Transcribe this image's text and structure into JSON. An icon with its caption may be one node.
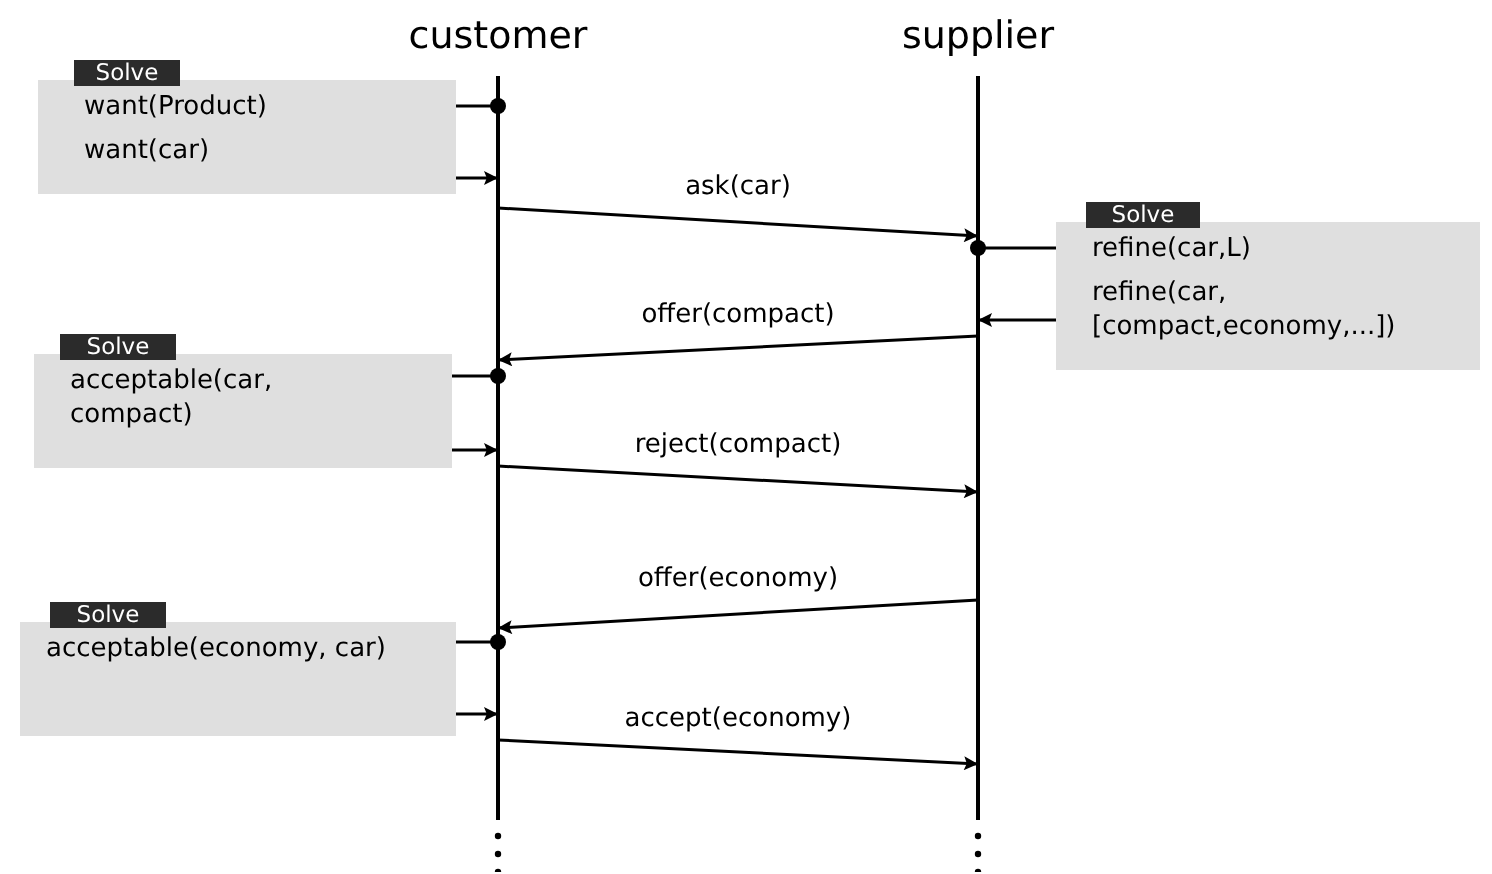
{
  "diagram": {
    "nodes": [
      {
        "text": [
          "customer"
        ]
      },
      {
        "text": [
          "supplier"
        ]
      },
      {
        "text": [
          "Solve",
          "want(Product)",
          "want(car)"
        ]
      },
      {
        "text": [
          "Solve",
          "refine(car,L)",
          "refine(car, [compact,economy,...])"
        ]
      },
      {
        "text": [
          "Solve",
          "acceptable(car, compact)"
        ]
      },
      {
        "text": [
          "Solve",
          "acceptable(economy, car)"
        ]
      }
    ],
    "edges": [
      {
        "from": 2,
        "to": 0,
        "arrow": "other"
      },
      {
        "from": 2,
        "to": 0,
        "arrow": "to"
      },
      {
        "from": 0,
        "to": 1,
        "arrow": "to",
        "label": "ask(car)"
      },
      {
        "from": 3,
        "to": 1,
        "arrow": "other"
      },
      {
        "from": 3,
        "to": 1,
        "arrow": "to"
      },
      {
        "from": 1,
        "to": 0,
        "arrow": "to",
        "label": "offer(compact)"
      },
      {
        "from": 4,
        "to": 0,
        "arrow": "other"
      },
      {
        "from": 4,
        "to": 0,
        "arrow": "to"
      },
      {
        "from": 0,
        "to": 1,
        "arrow": "to",
        "label": "reject(compact)"
      },
      {
        "from": 1,
        "to": 0,
        "arrow": "to",
        "label": "offer(economy)"
      },
      {
        "from": 5,
        "to": 0,
        "arrow": "other"
      },
      {
        "from": 5,
        "to": 0,
        "arrow": "to"
      },
      {
        "from": 0,
        "to": 1,
        "arrow": "to",
        "label": "accept(economy)"
      }
    ]
  }
}
